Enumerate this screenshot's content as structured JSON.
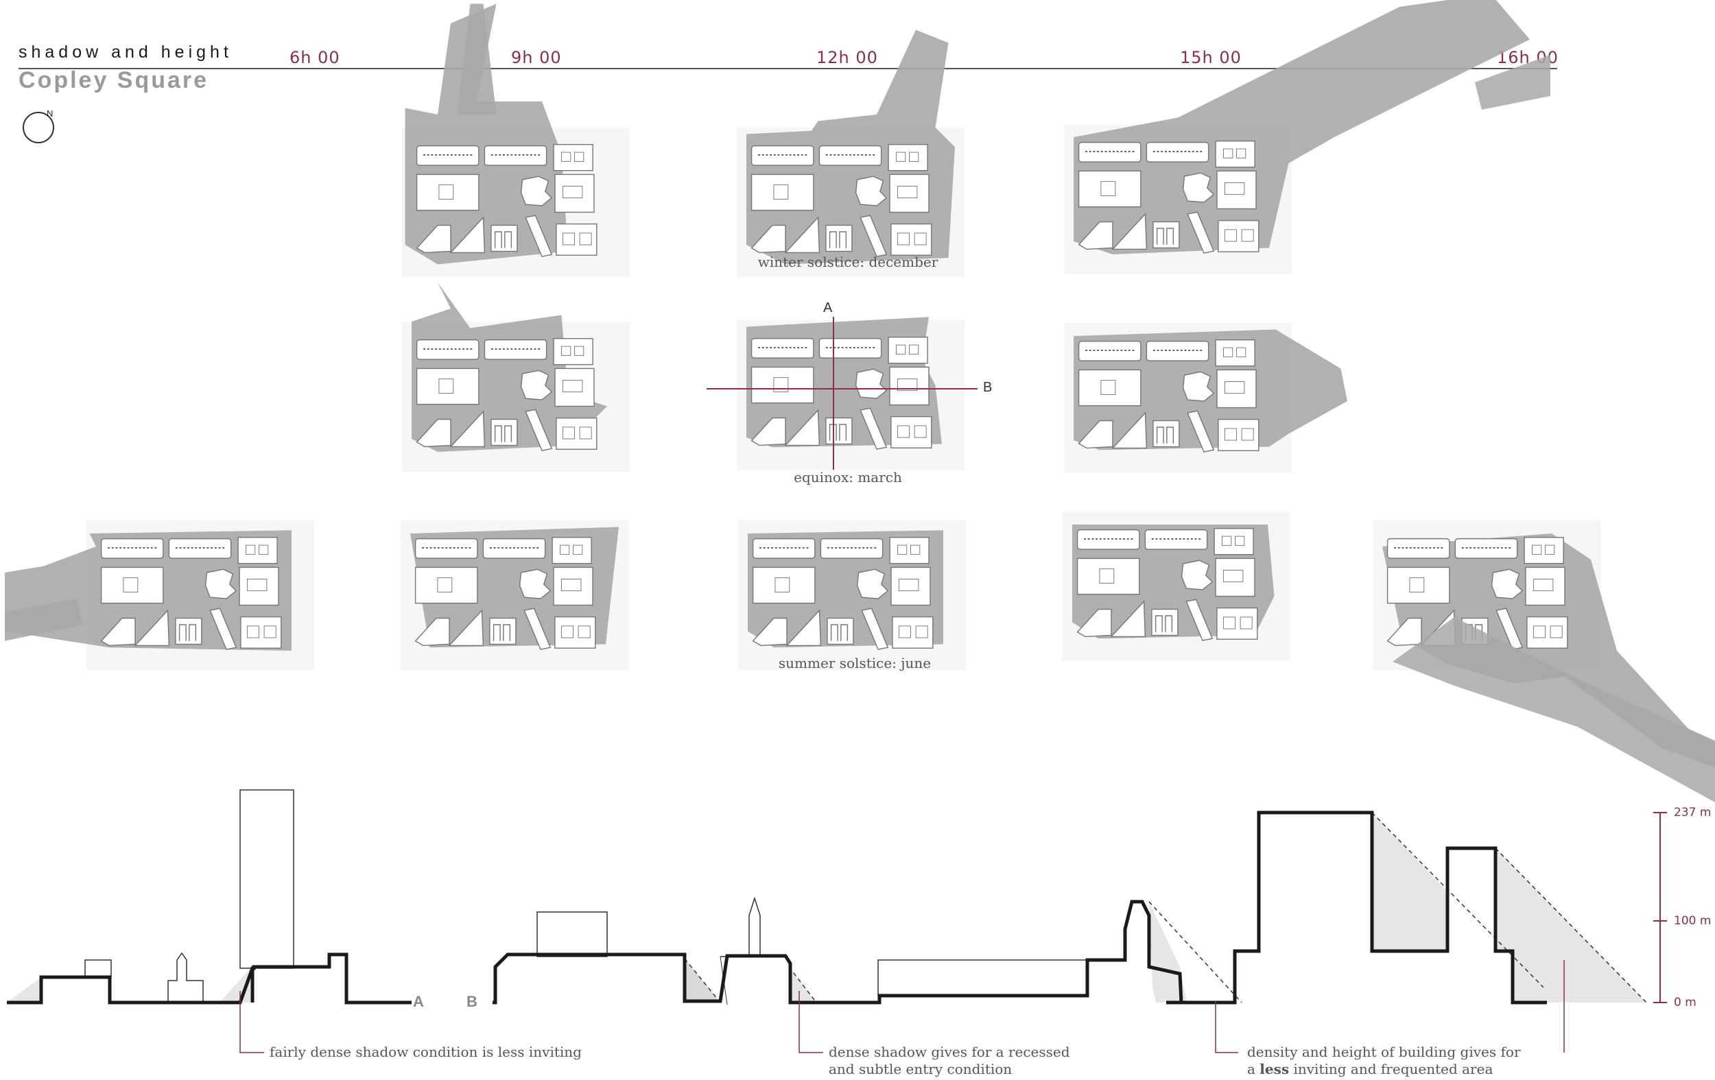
{
  "header": {
    "subtitle": "shadow and height",
    "title": "Copley Square",
    "compass_label": "N"
  },
  "time_labels": [
    "6h 00",
    "9h 00",
    "12h 00",
    "15h 00",
    "16h 00"
  ],
  "seasons": {
    "winter": "winter solstice: december",
    "equinox": "equinox: march",
    "summer": "summer solstice: june"
  },
  "section_axes": {
    "a": "A",
    "b": "B"
  },
  "section_markers": {
    "left_end": "A",
    "right_start": "B"
  },
  "height_scale": {
    "top": "237 m",
    "mid": "100 m",
    "bottom": "0 m"
  },
  "annotations": {
    "left": "fairly dense shadow condition is less inviting",
    "middle_line1": "dense shadow gives for a recessed",
    "middle_line2": "and subtle entry condition",
    "right_line1": "density and height of building gives for",
    "right_line2_pre": "a ",
    "right_line2_bold": "less",
    "right_line2_post": " inviting and frequented area"
  },
  "colors": {
    "accent": "#8c2f45",
    "shadow": "#a8a8a8",
    "section_shadow": "#e6e6e6",
    "outline": "#1a1a1a"
  }
}
